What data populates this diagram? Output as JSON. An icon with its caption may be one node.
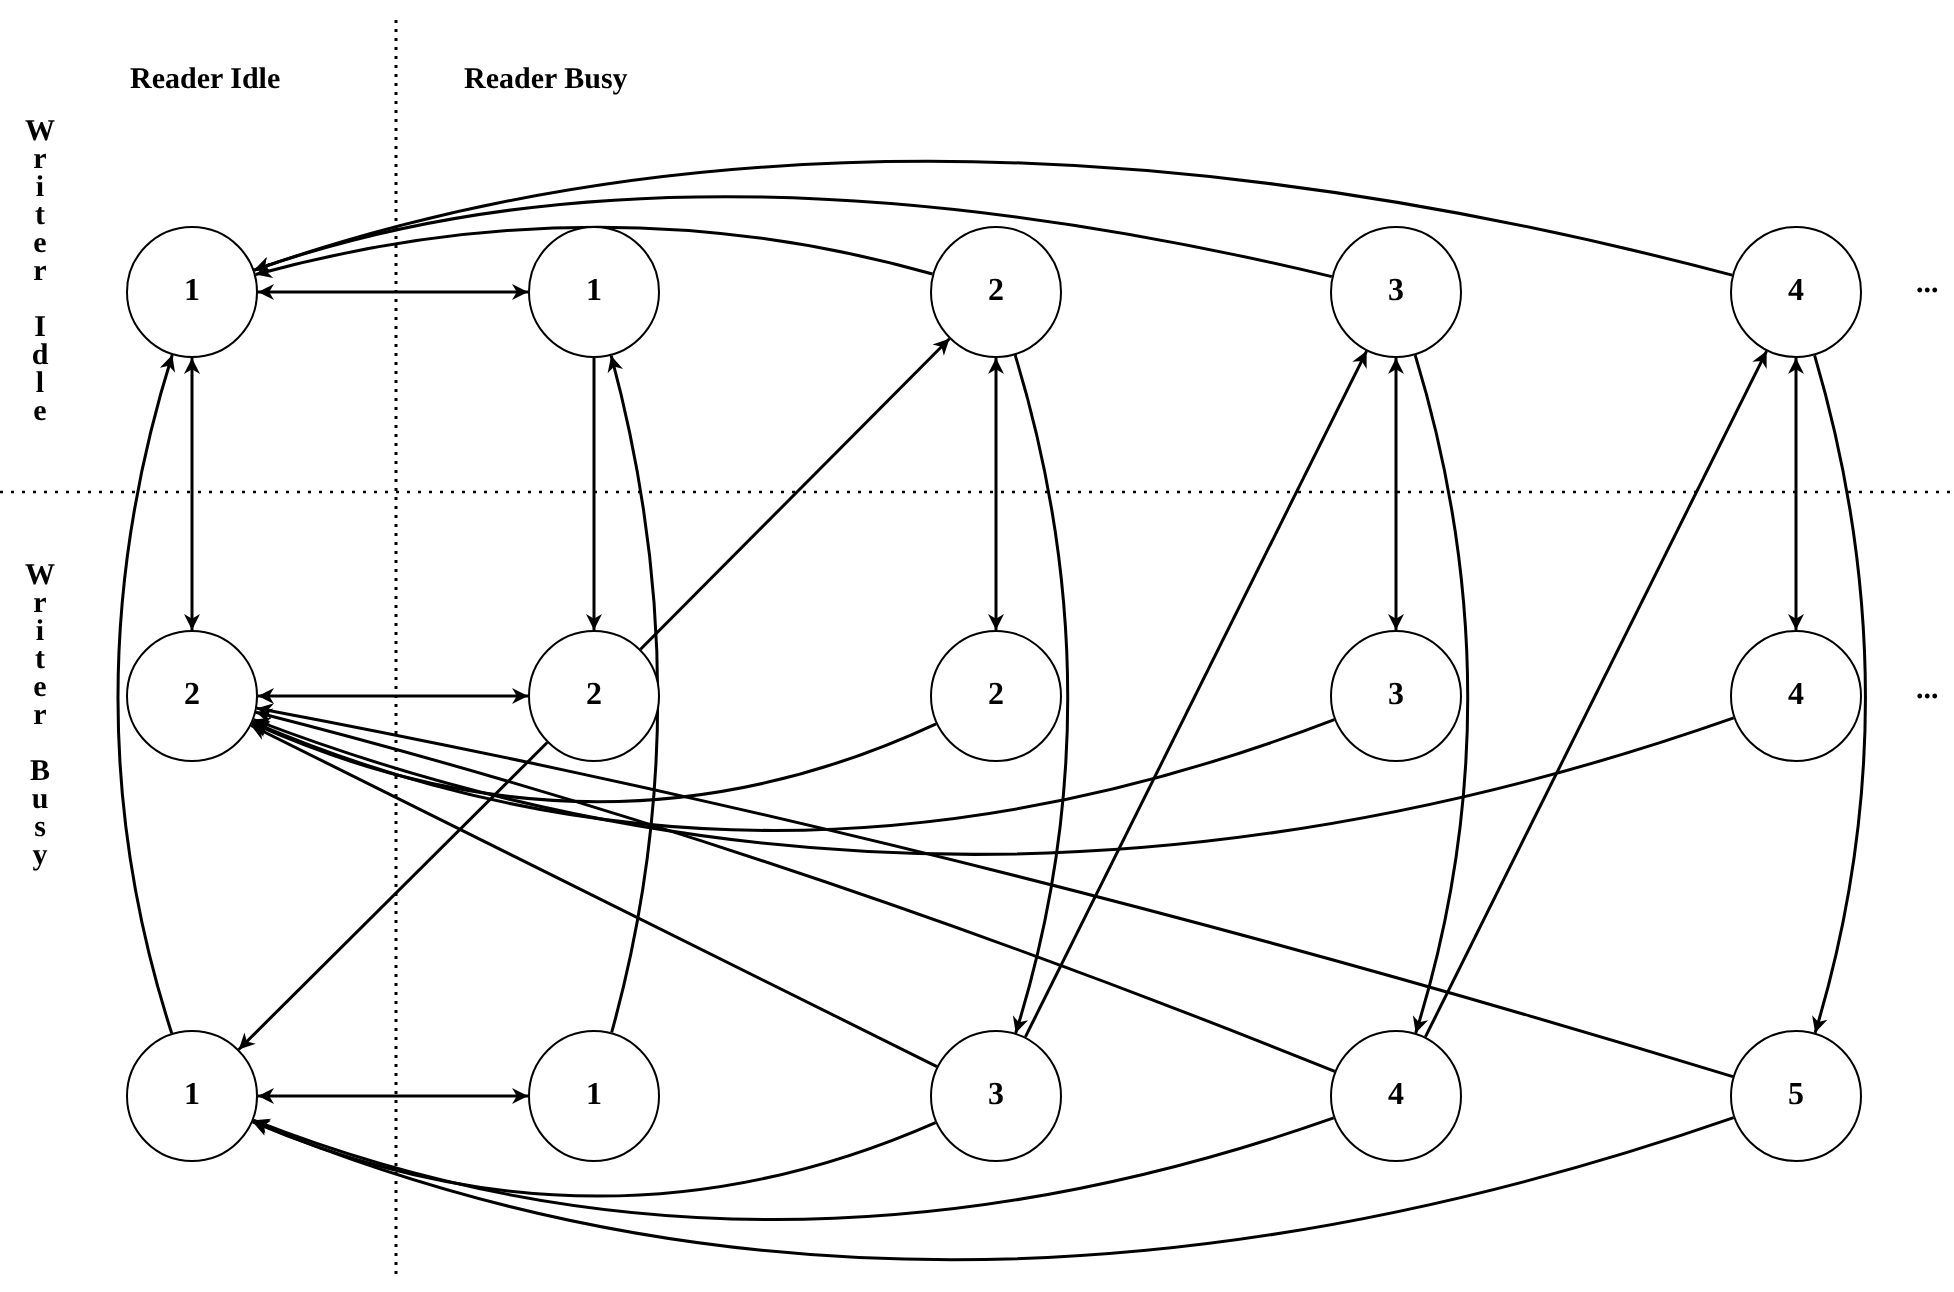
{
  "diagram": {
    "nodes": [
      {
        "text": [
          "1"
        ]
      },
      {
        "text": [
          "1"
        ]
      },
      {
        "text": [
          "2"
        ]
      },
      {
        "text": [
          "3"
        ]
      },
      {
        "text": [
          "4"
        ]
      },
      {
        "text": [
          "2"
        ]
      },
      {
        "text": [
          "2"
        ]
      },
      {
        "text": [
          "2"
        ]
      },
      {
        "text": [
          "3"
        ]
      },
      {
        "text": [
          "4"
        ]
      },
      {
        "text": [
          "1"
        ]
      },
      {
        "text": [
          "1"
        ]
      },
      {
        "text": [
          "3"
        ]
      },
      {
        "text": [
          "4"
        ]
      },
      {
        "text": [
          "5"
        ]
      }
    ],
    "edges": [
      {
        "from": 0,
        "to": 1,
        "arrow": "both"
      },
      {
        "from": 0,
        "to": 5,
        "arrow": "both"
      },
      {
        "from": 5,
        "to": 6,
        "arrow": "both"
      },
      {
        "from": 1,
        "to": 6,
        "arrow": "to"
      },
      {
        "from": 6,
        "to": 2,
        "arrow": "to"
      },
      {
        "from": 6,
        "to": 10,
        "arrow": "to"
      },
      {
        "from": 11,
        "to": 1,
        "arrow": "to"
      },
      {
        "from": 10,
        "to": 11,
        "arrow": "both"
      },
      {
        "from": 10,
        "to": 0,
        "arrow": "to"
      },
      {
        "from": 2,
        "to": 0,
        "arrow": "to"
      },
      {
        "from": 3,
        "to": 0,
        "arrow": "to"
      },
      {
        "from": 4,
        "to": 0,
        "arrow": "to"
      },
      {
        "from": 2,
        "to": 7,
        "arrow": "both"
      },
      {
        "from": 2,
        "to": 12,
        "arrow": "to"
      },
      {
        "from": 12,
        "to": 3,
        "arrow": "to"
      },
      {
        "from": 3,
        "to": 8,
        "arrow": "both"
      },
      {
        "from": 3,
        "to": 13,
        "arrow": "to"
      },
      {
        "from": 13,
        "to": 4,
        "arrow": "to"
      },
      {
        "from": 4,
        "to": 9,
        "arrow": "both"
      },
      {
        "from": 4,
        "to": 14,
        "arrow": "to"
      },
      {
        "from": 7,
        "to": 5,
        "arrow": "to"
      },
      {
        "from": 8,
        "to": 5,
        "arrow": "to"
      },
      {
        "from": 9,
        "to": 5,
        "arrow": "to"
      },
      {
        "from": 12,
        "to": 5,
        "arrow": "to"
      },
      {
        "from": 13,
        "to": 5,
        "arrow": "to"
      },
      {
        "from": 14,
        "to": 5,
        "arrow": "to"
      },
      {
        "from": 12,
        "to": 10,
        "arrow": "to"
      },
      {
        "from": 13,
        "to": 10,
        "arrow": "to"
      },
      {
        "from": 14,
        "to": 10,
        "arrow": "to"
      }
    ],
    "labels": [
      "Reader Idle",
      "Reader Busy",
      "Writer Idle",
      "Writer Busy",
      "...",
      "..."
    ]
  }
}
